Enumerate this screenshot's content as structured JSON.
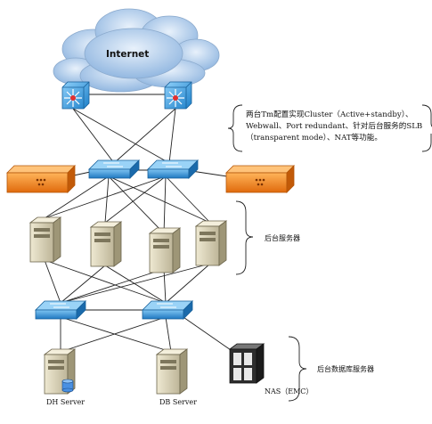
{
  "cloud_label": "Internet",
  "annotations": {
    "tm_config": "两台Tm配置实现Cluster（Active+standby）、Webwall、Port redundant、针对后台服务的SLB（transparent mode）、NAT等功能。",
    "backend_servers": "后台服务器",
    "backend_db_servers": "后台数据库服务器"
  },
  "devices": {
    "dh_server": "DH Server",
    "db_server": "DB Server",
    "nas": "NAS（EMC）"
  },
  "icons": {
    "router": "router-icon",
    "switch": "switch-icon",
    "load_balancer": "load-balancer-icon",
    "server": "server-tower-icon",
    "storage": "nas-storage-icon",
    "cloud": "cloud-icon"
  },
  "colors": {
    "cloud": "#a9c8ea",
    "switch": "#2f8fd6",
    "router": "#3a9ee0",
    "load_balancer": "#f28a1e",
    "server": "#cfc9b3",
    "nas": "#3a3a3a"
  }
}
